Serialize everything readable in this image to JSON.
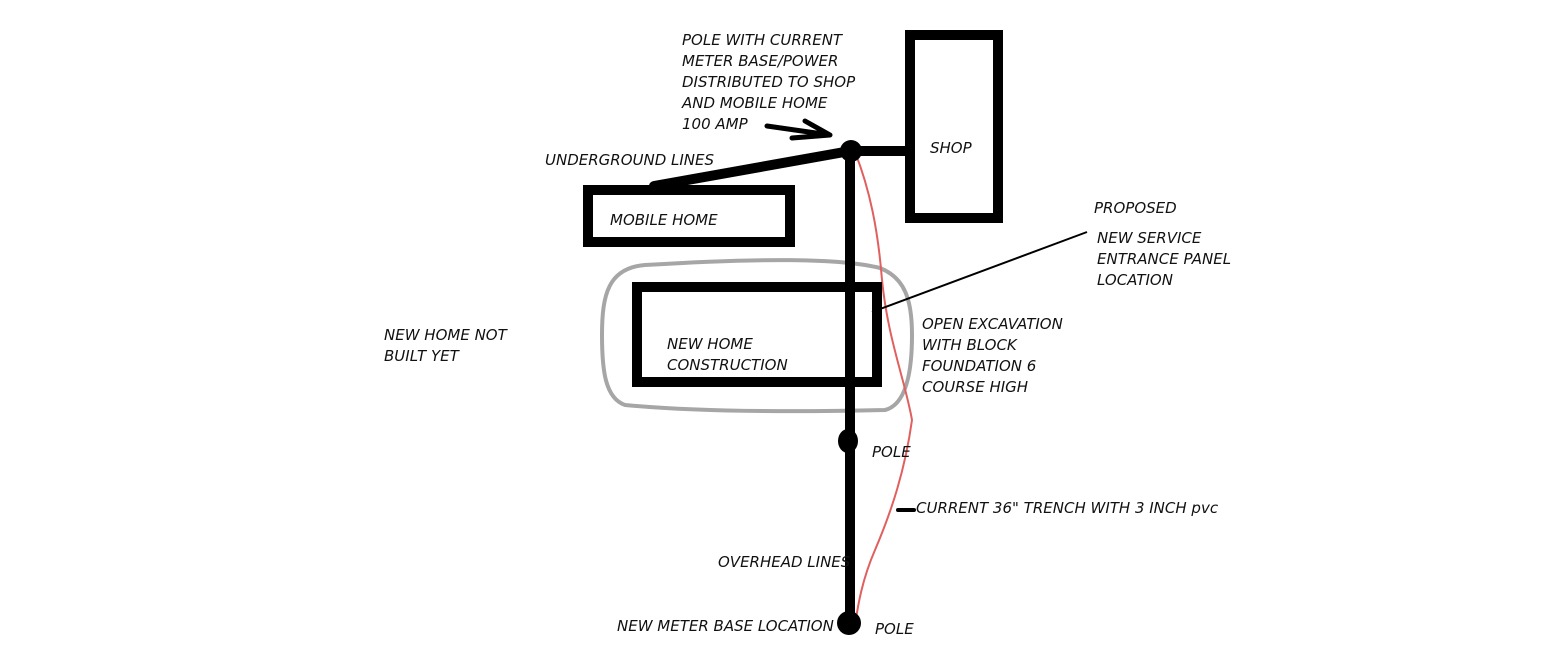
{
  "colors": {
    "ink": "#000000",
    "text": "#111111",
    "trench": "#e06060",
    "excavation": "#a6a6a6"
  },
  "labels": {
    "pole_current_meter": [
      "POLE WITH CURRENT",
      "METER BASE/POWER",
      "DISTRIBUTED TO SHOP",
      "AND MOBILE HOME",
      "100 AMP"
    ],
    "underground_lines": "UNDERGROUND LINES",
    "shop": "SHOP",
    "mobile_home": "MOBILE HOME",
    "proposed_panel": [
      "PROPOSED",
      "NEW SERVICE",
      "ENTRANCE PANEL",
      "LOCATION"
    ],
    "new_home_not_built": [
      "NEW HOME NOT",
      "BUILT YET"
    ],
    "new_home_construction": [
      "NEW HOME",
      "CONSTRUCTION"
    ],
    "open_excavation": [
      "OPEN EXCAVATION",
      "WITH BLOCK",
      "FOUNDATION 6",
      "COURSE HIGH"
    ],
    "pole_middle": "POLE",
    "current_trench": "CURRENT 36\" TRENCH WITH 3 INCH pvc",
    "overhead_lines": "OVERHEAD LINES",
    "new_meter_base": "NEW METER BASE LOCATION",
    "pole_bottom": "POLE"
  }
}
